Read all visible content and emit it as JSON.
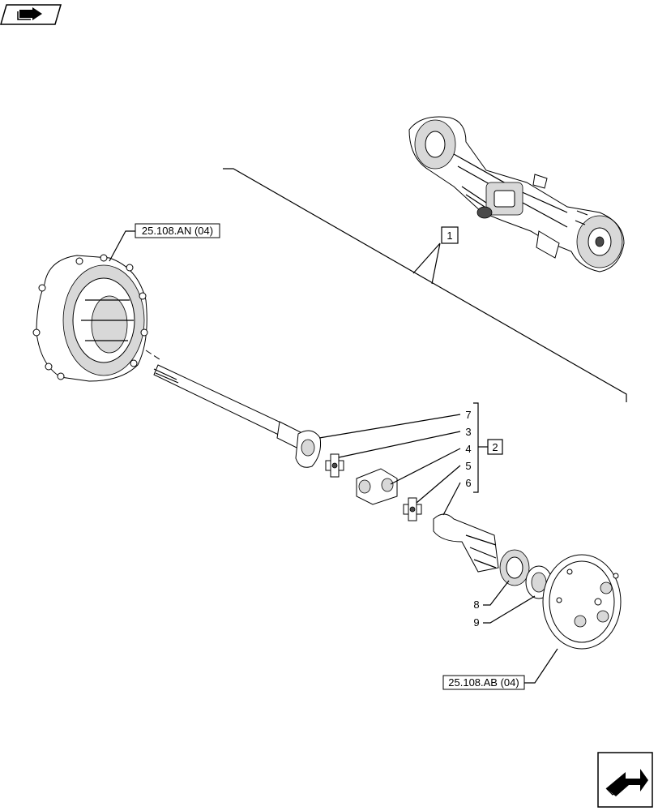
{
  "icons": {
    "top_left": "book-arrow-icon",
    "bottom_right": "next-page-arrow-icon"
  },
  "references": {
    "hub_housing": "25.108.AN (04)",
    "planetary_carrier": "25.108.AB (04)"
  },
  "group_boxes": {
    "axle_assembly": "1",
    "joint_kit": "2"
  },
  "callouts": {
    "c7": "7",
    "c3": "3",
    "c4": "4",
    "c5": "5",
    "c6": "6",
    "c8": "8",
    "c9": "9"
  }
}
